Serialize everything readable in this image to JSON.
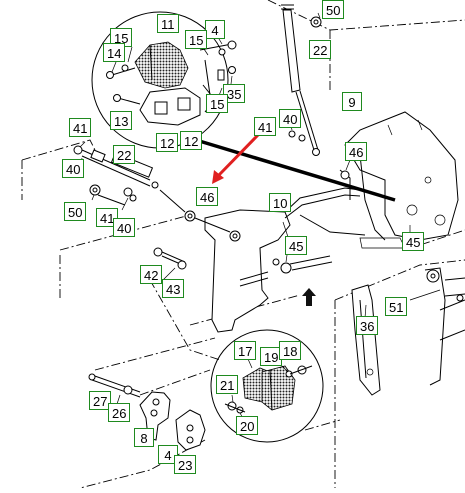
{
  "figure": {
    "callouts": [
      {
        "id": "c-50a",
        "text": "50"
      },
      {
        "id": "c-22a",
        "text": "22"
      },
      {
        "id": "c-11",
        "text": "11"
      },
      {
        "id": "c-4a",
        "text": "4"
      },
      {
        "id": "c-15a",
        "text": "15"
      },
      {
        "id": "c-14",
        "text": "14"
      },
      {
        "id": "c-15b",
        "text": "15"
      },
      {
        "id": "c-35",
        "text": "35"
      },
      {
        "id": "c-15c",
        "text": "15"
      },
      {
        "id": "c-13",
        "text": "13"
      },
      {
        "id": "c-12a",
        "text": "12"
      },
      {
        "id": "c-12b",
        "text": "12"
      },
      {
        "id": "c-9",
        "text": "9"
      },
      {
        "id": "c-41a",
        "text": "41"
      },
      {
        "id": "c-40a",
        "text": "40"
      },
      {
        "id": "c-46a",
        "text": "46"
      },
      {
        "id": "c-41b",
        "text": "41"
      },
      {
        "id": "c-22b",
        "text": "22"
      },
      {
        "id": "c-40b",
        "text": "40"
      },
      {
        "id": "c-50b",
        "text": "50"
      },
      {
        "id": "c-41c",
        "text": "41"
      },
      {
        "id": "c-40c",
        "text": "40"
      },
      {
        "id": "c-46b",
        "text": "46"
      },
      {
        "id": "c-10",
        "text": "10"
      },
      {
        "id": "c-45a",
        "text": "45"
      },
      {
        "id": "c-45b",
        "text": "45"
      },
      {
        "id": "c-42",
        "text": "42"
      },
      {
        "id": "c-43",
        "text": "43"
      },
      {
        "id": "c-51",
        "text": "51"
      },
      {
        "id": "c-36",
        "text": "36"
      },
      {
        "id": "c-17",
        "text": "17"
      },
      {
        "id": "c-19",
        "text": "19"
      },
      {
        "id": "c-18",
        "text": "18"
      },
      {
        "id": "c-21",
        "text": "21"
      },
      {
        "id": "c-20",
        "text": "20"
      },
      {
        "id": "c-27",
        "text": "27"
      },
      {
        "id": "c-26",
        "text": "26"
      },
      {
        "id": "c-8",
        "text": "8"
      },
      {
        "id": "c-4b",
        "text": "4"
      },
      {
        "id": "c-23",
        "text": "23"
      }
    ],
    "colors": {
      "callout_border": "#1f8a1f",
      "pointer_arrow": "#e02020",
      "line": "#000000"
    }
  }
}
